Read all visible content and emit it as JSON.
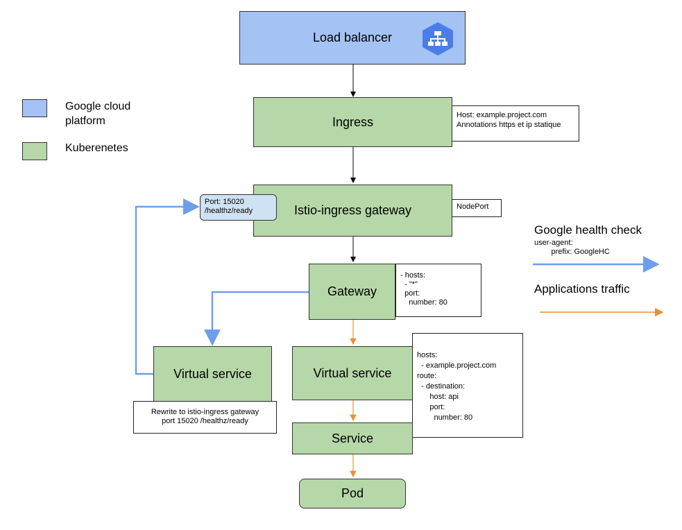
{
  "nodes": {
    "load_balancer": "Load balancer",
    "ingress": "Ingress",
    "istio_gateway": "Istio-ingress gateway",
    "gateway": "Gateway",
    "vs_left": "Virtual service",
    "vs_right": "Virtual service",
    "service": "Service",
    "pod": "Pod"
  },
  "notes": {
    "ingress": "Host: example.project.com\nAnnotations https et ip statique",
    "nodeport": "NodePort",
    "port_health": "Port: 15020\n/healthz/ready",
    "gateway": "- hosts:\n  - \"*\"\n  port:\n    number: 80",
    "vs_right": "hosts:\n  - example.project.com\nroute:\n  - destination:\n      host: api\n      port:\n        number: 80",
    "rewrite": "Rewrite to istio-ingress gateway\nport 15020 /healthz/ready"
  },
  "legend": {
    "gcp": "Google cloud\nplatform",
    "k8s": "Kuberenetes",
    "health_title": "Google health check",
    "health_sub": "user-agent:\n        prefix: GoogleHC",
    "traffic_title": "Applications traffic"
  },
  "colors": {
    "gcp_blue": "#a4c2f4",
    "k8s_green": "#b6d7a8",
    "health_arrow": "#6d9eeb",
    "traffic_arrow": "#e69138"
  },
  "icons": {
    "lb_icon": "hexagon-sitemap-icon"
  }
}
